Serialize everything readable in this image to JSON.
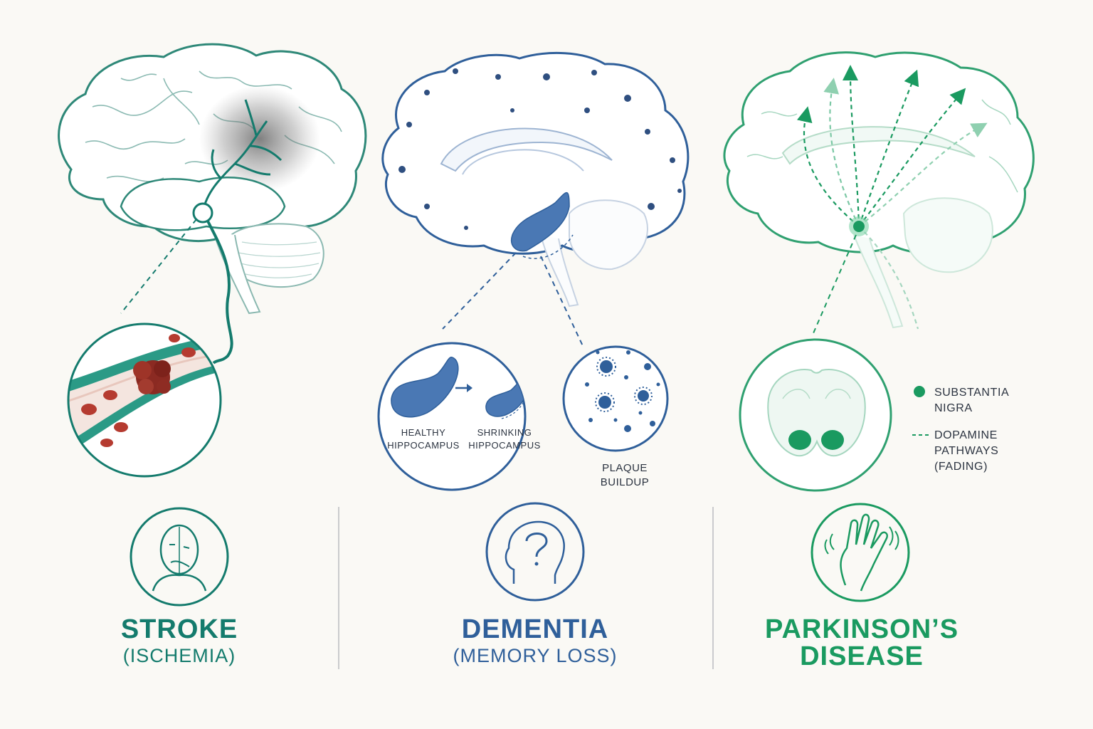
{
  "colors": {
    "stroke": "#147b6d",
    "dementia": "#2f5f9a",
    "parkinsons": "#1a9a60",
    "clot": "#a83a2e",
    "background": "#faf9f5",
    "divider": "#b9bcc0"
  },
  "panels": {
    "stroke": {
      "title": "STROKE",
      "subtitle": "(ISCHEMIA)",
      "icon": "face-drooping-icon"
    },
    "dementia": {
      "title": "DEMENTIA",
      "subtitle": "(MEMORY LOSS)",
      "icon": "head-question-icon",
      "inset_label_healthy_1": "HEALTHY",
      "inset_label_healthy_2": "HIPPOCAMPUS",
      "inset_label_shrinking_1": "SHRINKING",
      "inset_label_shrinking_2": "HIPPOCAMPUS",
      "plaque_label_1": "PLAQUE",
      "plaque_label_2": "BUILDUP"
    },
    "parkinsons": {
      "title": "PARKINSON’S",
      "subtitle": "DISEASE",
      "icon": "trembling-hand-icon",
      "legend_nigra_1": "SUBSTANTIA",
      "legend_nigra_2": "NIGRA",
      "legend_path_1": "DOPAMINE",
      "legend_path_2": "PATHWAYS",
      "legend_path_3": "(FADING)"
    }
  }
}
